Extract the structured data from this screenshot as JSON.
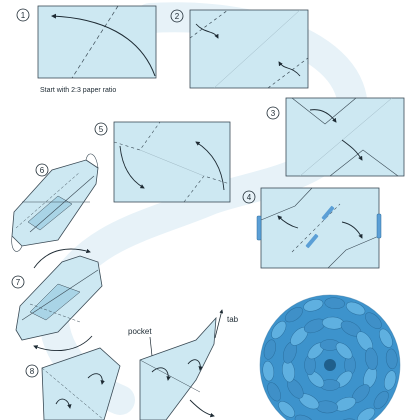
{
  "steps": [
    {
      "num": "1"
    },
    {
      "num": "2"
    },
    {
      "num": "3"
    },
    {
      "num": "4"
    },
    {
      "num": "5"
    },
    {
      "num": "6"
    },
    {
      "num": "7"
    },
    {
      "num": "8"
    }
  ],
  "caption": "Start with 2:3 paper ratio",
  "labels": {
    "pocket": "pocket",
    "tab": "tab"
  },
  "colors": {
    "paper": "#cde8f2",
    "paper_dark": "#a9d4e6",
    "edge": "#3a4a55",
    "swirl": "#e7f2f8",
    "kusudama": "#4aa3d8",
    "kusudama_dark": "#2f7fb8",
    "clip": "#5b9fd6"
  }
}
